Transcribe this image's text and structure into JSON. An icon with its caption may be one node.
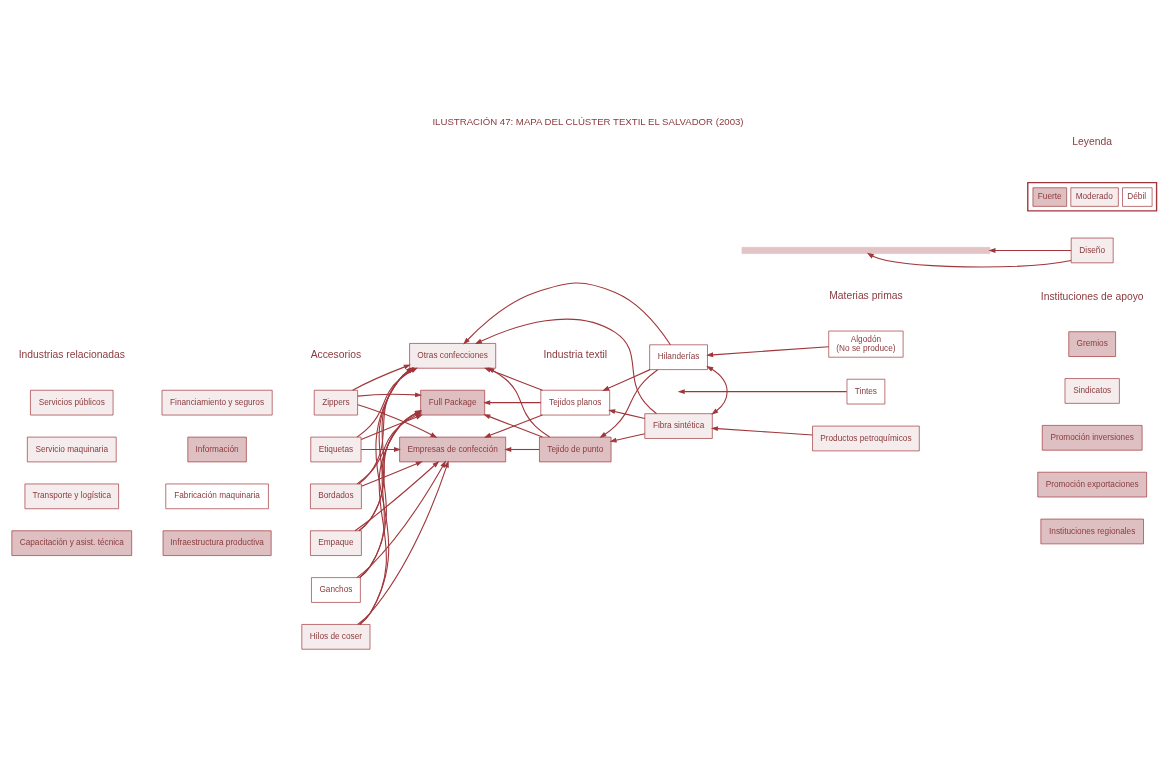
{
  "diagram": {
    "title": "ILUSTRACIÓN 47: MAPA DEL CLÚSTER TEXTIL EL SALVADOR (2003)",
    "nodes": [
      {
        "text": [
          "Servicios públicos"
        ]
      },
      {
        "text": [
          "Servicio maquinaria"
        ]
      },
      {
        "text": [
          "Transporte y logística"
        ]
      },
      {
        "text": [
          "Capacitación y asist. técnica"
        ]
      },
      {
        "text": [
          "Financiamiento y seguros"
        ]
      },
      {
        "text": [
          "Información"
        ]
      },
      {
        "text": [
          "Fabricación maquinaria"
        ]
      },
      {
        "text": [
          "Infraestructura productiva"
        ]
      },
      {
        "text": [
          "Gremios"
        ]
      },
      {
        "text": [
          "Sindicatos"
        ]
      },
      {
        "text": [
          "Promoción inversiones"
        ]
      },
      {
        "text": [
          "Promoción exportaciones"
        ]
      },
      {
        "text": [
          "Instituciones regionales"
        ]
      },
      {
        "text": [
          "Zippers"
        ]
      },
      {
        "text": [
          "Etiquetas"
        ]
      },
      {
        "text": [
          "Bordados"
        ]
      },
      {
        "text": [
          "Empaque"
        ]
      },
      {
        "text": [
          "Ganchos"
        ]
      },
      {
        "text": [
          "Hilos de coser"
        ]
      },
      {
        "text": [
          "Otras confecciones"
        ]
      },
      {
        "text": [
          "Full Package"
        ]
      },
      {
        "text": [
          "Empresas de confección"
        ]
      },
      {
        "text": [
          "Tejidos planos"
        ]
      },
      {
        "text": [
          "Tejido de punto"
        ]
      },
      {
        "text": [
          "Hilanderías"
        ]
      },
      {
        "text": [
          "Algodón",
          "(No se produce)"
        ]
      },
      {
        "text": [
          "Tintes"
        ]
      },
      {
        "text": [
          "Fibra sintética"
        ]
      },
      {
        "text": [
          "Productos petroquímicos"
        ]
      },
      {
        "text": [
          "Diseño"
        ]
      },
      {
        "text": [],
        "shape": "bar"
      }
    ],
    "edges": [
      {
        "from": 13,
        "to": 19,
        "arrow": "to"
      },
      {
        "from": 13,
        "to": 20,
        "arrow": "to"
      },
      {
        "from": 13,
        "to": 21,
        "arrow": "to"
      },
      {
        "from": 14,
        "to": 19,
        "arrow": "to"
      },
      {
        "from": 14,
        "to": 20,
        "arrow": "to"
      },
      {
        "from": 14,
        "to": 21,
        "arrow": "to"
      },
      {
        "from": 15,
        "to": 19,
        "arrow": "to"
      },
      {
        "from": 15,
        "to": 20,
        "arrow": "to"
      },
      {
        "from": 15,
        "to": 21,
        "arrow": "to"
      },
      {
        "from": 16,
        "to": 19,
        "arrow": "to"
      },
      {
        "from": 16,
        "to": 20,
        "arrow": "to"
      },
      {
        "from": 16,
        "to": 21,
        "arrow": "to"
      },
      {
        "from": 17,
        "to": 19,
        "arrow": "to"
      },
      {
        "from": 17,
        "to": 20,
        "arrow": "to"
      },
      {
        "from": 17,
        "to": 21,
        "arrow": "to"
      },
      {
        "from": 18,
        "to": 19,
        "arrow": "to"
      },
      {
        "from": 18,
        "to": 20,
        "arrow": "to"
      },
      {
        "from": 18,
        "to": 21,
        "arrow": "to"
      },
      {
        "from": 22,
        "to": 19,
        "arrow": "to"
      },
      {
        "from": 22,
        "to": 20,
        "arrow": "to"
      },
      {
        "from": 22,
        "to": 21,
        "arrow": "to"
      },
      {
        "from": 23,
        "to": 19,
        "arrow": "to"
      },
      {
        "from": 23,
        "to": 20,
        "arrow": "to"
      },
      {
        "from": 23,
        "to": 21,
        "arrow": "to"
      },
      {
        "from": 24,
        "to": 19,
        "arrow": "to"
      },
      {
        "from": 24,
        "to": 22,
        "arrow": "to"
      },
      {
        "from": 24,
        "to": 23,
        "arrow": "to"
      },
      {
        "from": 27,
        "to": 19,
        "arrow": "to"
      },
      {
        "from": 27,
        "to": 22,
        "arrow": "to"
      },
      {
        "from": 27,
        "to": 23,
        "arrow": "to"
      },
      {
        "from": 25,
        "to": 24,
        "arrow": "to"
      },
      {
        "from": 28,
        "to": 27,
        "arrow": "to"
      },
      {
        "from": 24,
        "to": 27,
        "arrow": "both"
      },
      {
        "from": 26,
        "to": null,
        "arrow": "to"
      },
      {
        "from": 29,
        "to": 30,
        "arrow": "to"
      },
      {
        "from": 29,
        "to": 30,
        "arrow": "to"
      }
    ],
    "labels": [
      "Industrias relacionadas",
      "Instituciones de apoyo",
      "Accesorios",
      "Industria textil",
      "Materias primas",
      "Leyenda"
    ],
    "legend": [
      {
        "text": "Fuerte",
        "color": "#dfc0c2"
      },
      {
        "text": "Moderado",
        "color": "#f5eded"
      },
      {
        "text": "Débil",
        "color": "#ffffff"
      }
    ]
  }
}
